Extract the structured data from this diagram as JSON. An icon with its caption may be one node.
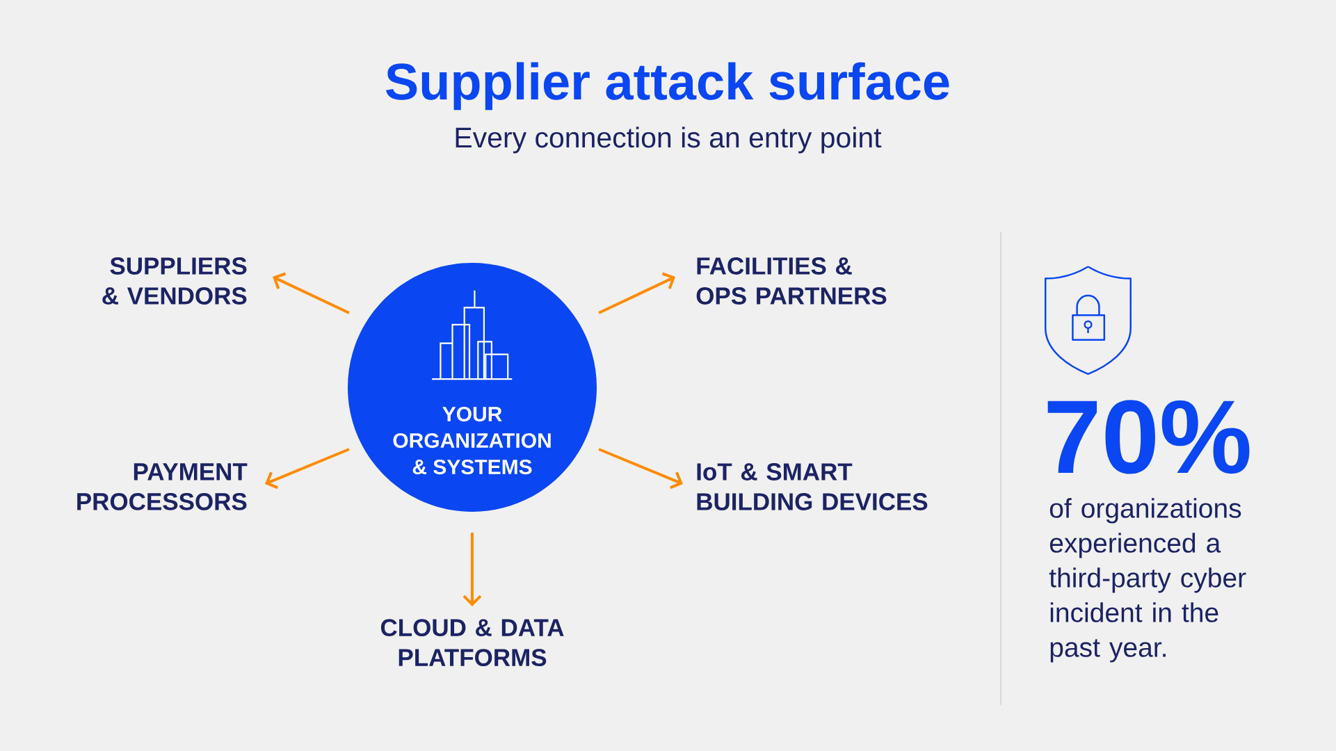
{
  "diagram": {
    "title": "Supplier attack surface",
    "nodes": [
      {
        "text": [
          "YOUR ORGANIZATION & SYSTEMS"
        ]
      },
      {
        "text": [
          "SUPPLIERS & VENDORS"
        ]
      },
      {
        "text": [
          "FACILITIES & OPS PARTNERS"
        ]
      },
      {
        "text": [
          "PAYMENT PROCESSORS"
        ]
      },
      {
        "text": [
          "IoT & SMART BUILDING DEVICES"
        ]
      },
      {
        "text": [
          "CLOUD & DATA PLATFORMS"
        ]
      }
    ],
    "edges": [
      {
        "from": 0,
        "to": 1,
        "arrow": "to"
      },
      {
        "from": 0,
        "to": 2,
        "arrow": "to"
      },
      {
        "from": 0,
        "to": 3,
        "arrow": "to"
      },
      {
        "from": 0,
        "to": 4,
        "arrow": "to"
      },
      {
        "from": 0,
        "to": 5,
        "arrow": "to"
      }
    ],
    "labels": [
      "Every connection is an entry point",
      "70%",
      "of organizations experienced a third-party cyber incident in the past year."
    ]
  }
}
